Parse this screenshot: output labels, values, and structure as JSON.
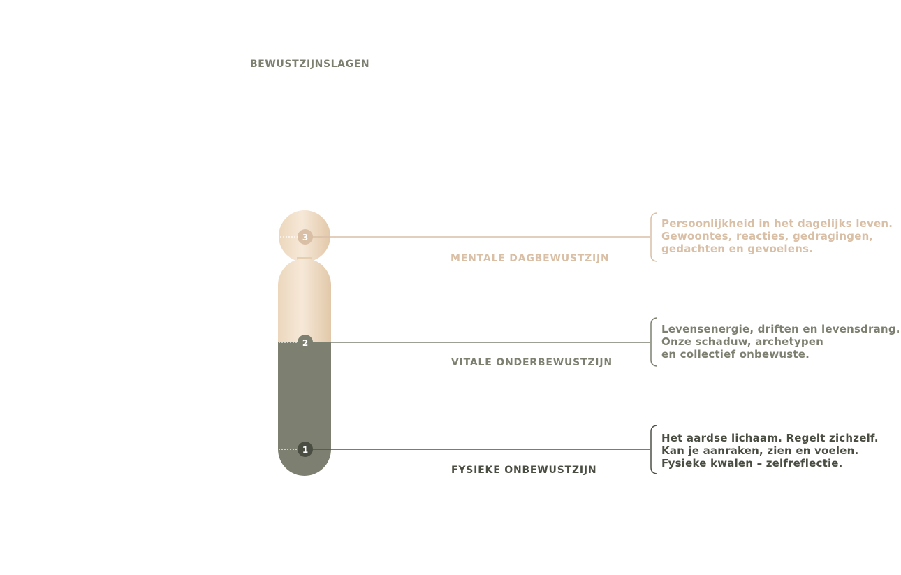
{
  "title": "BEWUSTZIJNSLAGEN",
  "colors": {
    "title": "#7d8070",
    "wood": "#e8cfb2",
    "wood_light": "#f3e4d2",
    "wood_line": "#d8bfa8",
    "green": "#7d8070",
    "dark": "#4a4d42",
    "dark_line": "#4e5148"
  },
  "layers": [
    {
      "number": "3",
      "label": "MENTALE DAGBEWUSTZIJN",
      "lines": [
        "Persoonlijkheid in het dagelijks leven.",
        "Gewoontes, reacties, gedragingen,",
        "gedachten en gevoelens."
      ]
    },
    {
      "number": "2",
      "label": "VITALE ONDERBEWUSTZIJN",
      "lines": [
        "Levensenergie, driften en levensdrang.",
        "Onze schaduw, archetypen",
        "en collectief onbewuste."
      ]
    },
    {
      "number": "1",
      "label": "FYSIEKE ONBEWUSTZIJN",
      "lines": [
        "Het aardse lichaam. Regelt zichzelf.",
        "Kan je aanraken, zien en voelen.",
        "Fysieke kwalen – zelfreflectie."
      ]
    }
  ]
}
